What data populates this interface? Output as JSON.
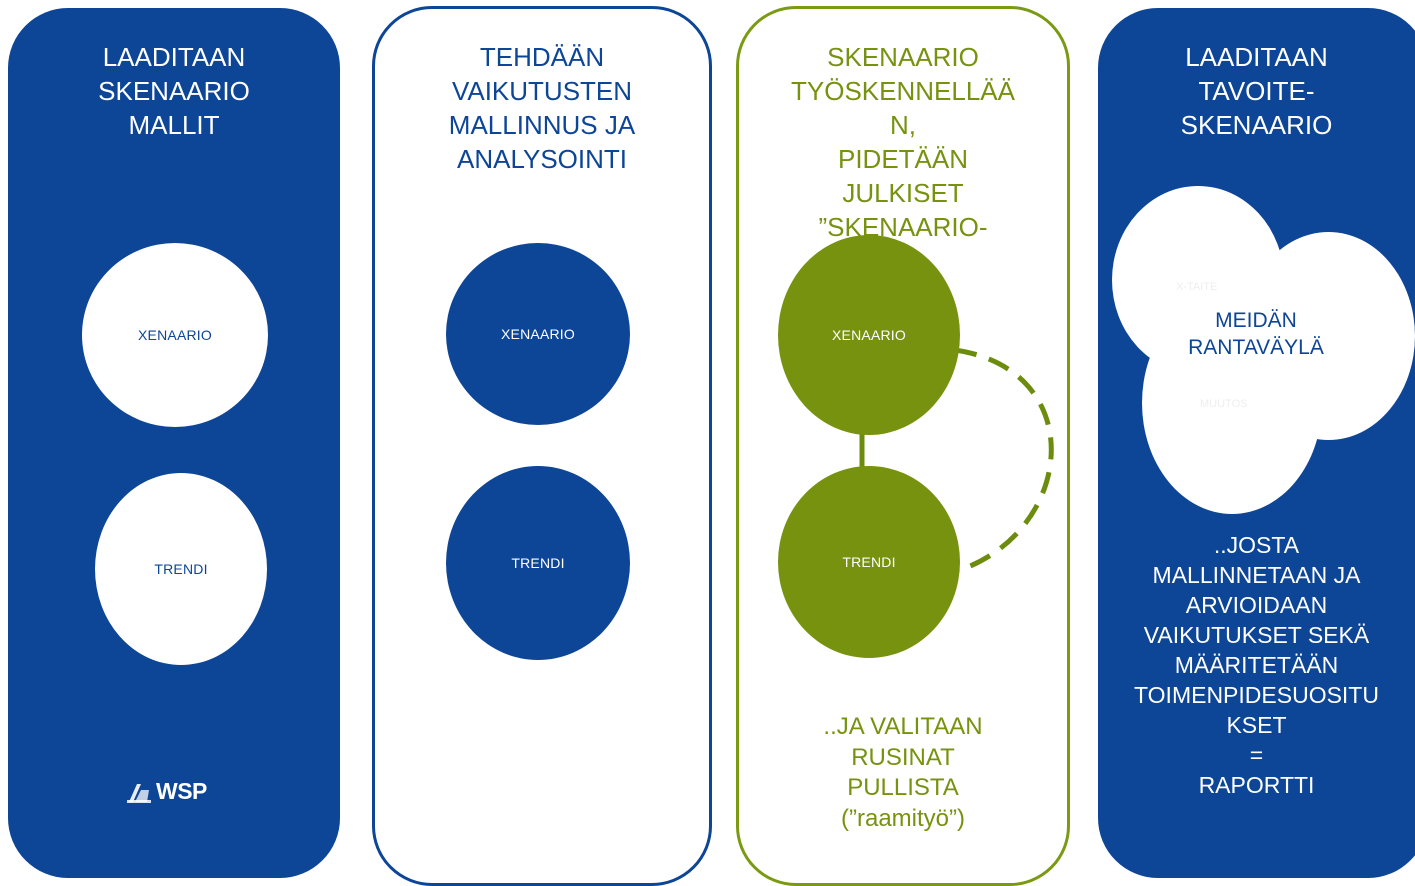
{
  "panels": [
    {
      "title": "LAADITAAN\nSKENAARIO\nMALLIT",
      "circles": [
        "XENAARIO",
        "TRENDI"
      ],
      "logo": "WSP"
    },
    {
      "title": "TEHDÄÄN\nVAIKUTUSTEN\nMALLINNUS JA\nANALYSOINTI",
      "circles": [
        "XENAARIO",
        "TRENDI"
      ]
    },
    {
      "title": "SKENAARIO\nTYÖSKENNELLÄÄ\nN,\nPIDETÄÄN\nJULKISET\n”SKENAARIO-\nT”…",
      "circles": [
        "XENAARIO",
        "TRENDI"
      ],
      "footer": "..JA VALITAAN\nRUSINAT\nPULLISTA\n(”raamityö”)"
    },
    {
      "title": "LAADITAAN\nTAVOITE-\nSKENAARIO",
      "venn": {
        "top": "X-TAITE",
        "center": "MEIDÄN\nRANTAVÄYLÄ",
        "bottom": "MUUTOS"
      },
      "footer": "..JOSTA\nMALLINNETAAN JA\nARVIOIDAAN\nVAIKUTUKSET SEKÄ\nMÄÄRITETÄÄN\nTOIMENPIDESUOSITU\nKSET\n=\nRAPORTTI"
    }
  ],
  "colors": {
    "blue": "#0d4597",
    "green": "#76920f",
    "green_dark": "#6c8c0e",
    "white": "#ffffff"
  }
}
